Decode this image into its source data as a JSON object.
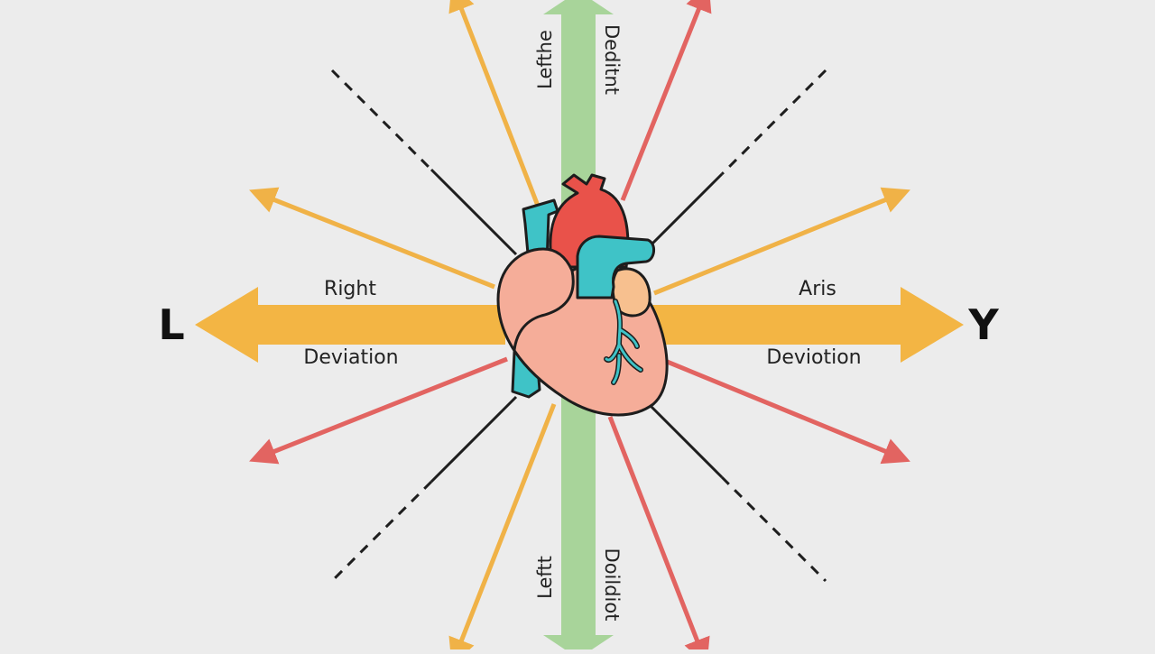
{
  "colors": {
    "background": "#ececec",
    "horizontal_axis": "#f3b544",
    "vertical_axis": "#a8d49a",
    "orange_ray": "#f0b247",
    "red_ray": "#e26461",
    "dashed_line": "#1e1e1e",
    "heart_chamber": "#f5ad99",
    "heart_aorta": "#e9524a",
    "heart_vessel": "#3fc3c7",
    "heart_atrium": "#f7c08f",
    "outline": "#1d1d1d"
  },
  "labels": {
    "left_letter": "L",
    "right_letter": "Y",
    "left_upper": "Right",
    "left_lower": "Deviation",
    "right_upper": "Aris",
    "right_lower": "Deviotion",
    "top_left_vertical": "Lefthe",
    "top_right_vertical": "Deditnt",
    "bottom_left_vertical": "Leftt",
    "bottom_right_vertical": "Doildiot"
  },
  "icons": {
    "center": "heart-icon"
  }
}
